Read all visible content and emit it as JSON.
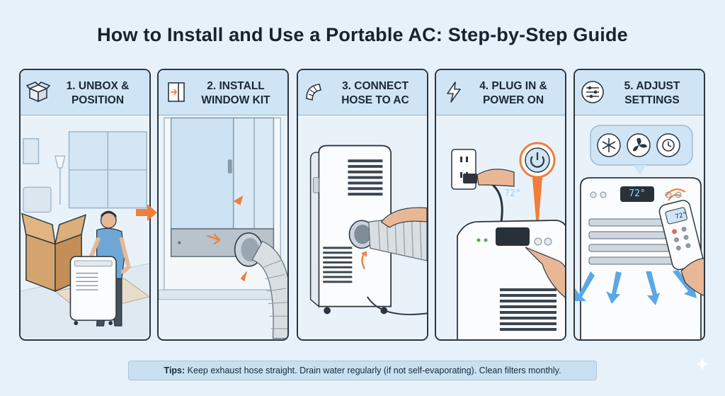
{
  "title": "How to Install and Use a Portable AC: Step-by-Step Guide",
  "steps": [
    {
      "line1": "1. UNBOX &",
      "line2": "POSITION",
      "icon": "box-icon"
    },
    {
      "line1": "2. INSTALL",
      "line2": "WINDOW KIT",
      "icon": "window-icon"
    },
    {
      "line1": "3. CONNECT",
      "line2": "HOSE TO AC",
      "icon": "hose-icon"
    },
    {
      "line1": "4. PLUG IN &",
      "line2": "POWER ON",
      "icon": "lightning-icon"
    },
    {
      "line1": "5. ADJUST",
      "line2": "SETTINGS",
      "icon": "sliders-icon"
    }
  ],
  "displays": {
    "step4_panel": "72°",
    "step5_panel": "72°",
    "step5_remote": "72°"
  },
  "tips": {
    "label": "Tips:",
    "text": "Keep exhaust hose straight. Drain water regularly (if not self-evaporating). Clean filters monthly."
  },
  "colors": {
    "background": "#e7f1f9",
    "header": "#cfe5f6",
    "accent_orange": "#f07e3a",
    "airflow_blue": "#5aa8e6"
  }
}
